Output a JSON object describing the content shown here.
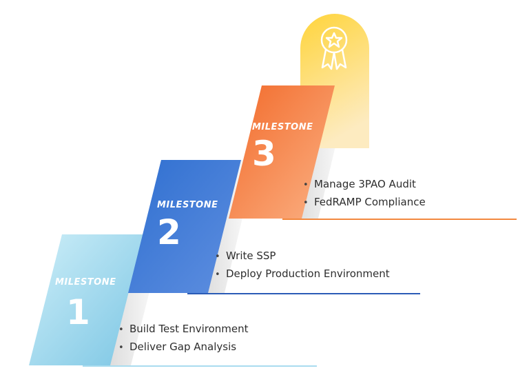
{
  "colors": {
    "milestone_1": "#8fd0ea",
    "milestone_2": "#2f5fbf",
    "milestone_3": "#f47a3c",
    "award": "#f7b415",
    "line_1": "#a9dcef",
    "line_2": "#2a5bb6",
    "line_3": "#f2883e"
  },
  "award": {
    "icon": "award-ribbon-star-icon"
  },
  "milestones": [
    {
      "label": "MILESTONE",
      "number": "1",
      "items": [
        "Build Test Environment",
        "Deliver Gap Analysis"
      ]
    },
    {
      "label": "MILESTONE",
      "number": "2",
      "items": [
        "Write SSP",
        "Deploy Production Environment"
      ]
    },
    {
      "label": "MILESTONE",
      "number": "3",
      "items": [
        "Manage 3PAO Audit",
        "FedRAMP Compliance"
      ]
    }
  ]
}
